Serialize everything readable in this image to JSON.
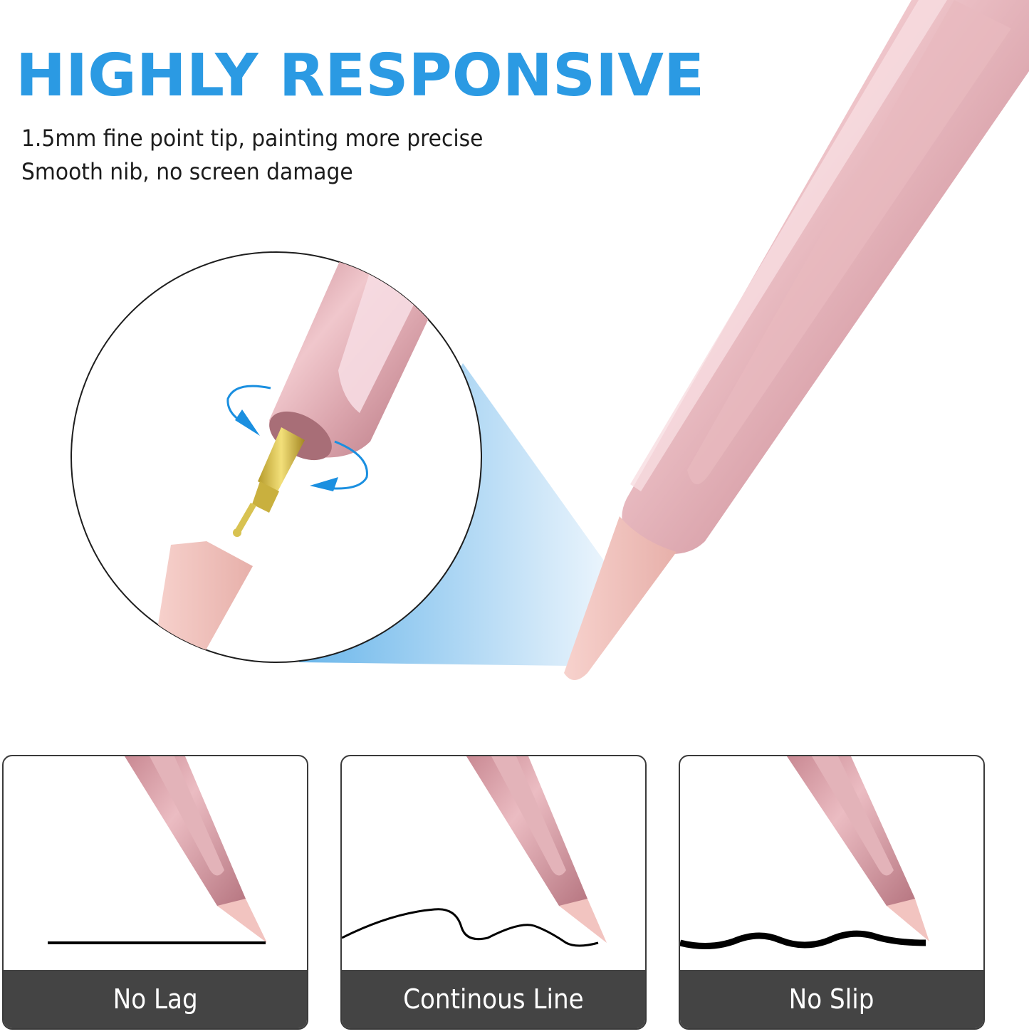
{
  "headline": "HIGHLY RESPONSIVE",
  "subtitle_lines": [
    "1.5mm fine point tip, painting more precise",
    "Smooth nib, no screen damage"
  ],
  "hero": {
    "product": "rose-gold stylus pen",
    "inset": "replaceable tip detail with rotation arrows"
  },
  "features": [
    {
      "label": "No Lag",
      "stroke": "straight-line"
    },
    {
      "label": "Continous Line",
      "stroke": "wavy-thin-line"
    },
    {
      "label": "No Slip",
      "stroke": "wavy-thick-line"
    }
  ],
  "colors": {
    "headline": "#2b9ae3",
    "pen_body": "#d9a3aa",
    "pen_tip": "#f2c4c0",
    "arrow": "#1a8fe0",
    "footer": "#444444"
  }
}
